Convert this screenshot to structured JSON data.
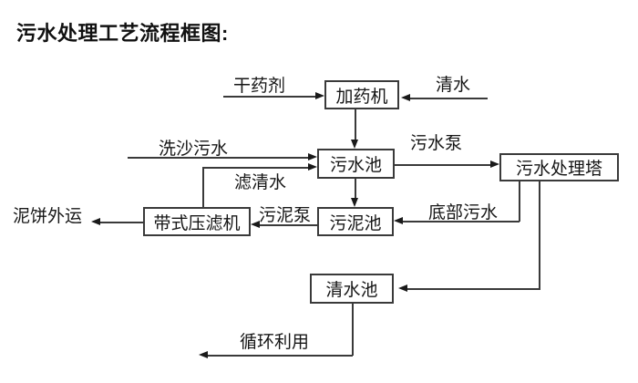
{
  "title": "污水处理工艺流程框图:",
  "nodes": {
    "dosing_machine": "加药机",
    "sewage_pool": "污水池",
    "treatment_tower": "污水处理塔",
    "belt_filter_press": "带式压滤机",
    "sludge_pool": "污泥池",
    "clean_water_pool": "清水池"
  },
  "edges": [
    {
      "from": "外部",
      "to": "加药机",
      "label": "干药剂"
    },
    {
      "from": "外部",
      "to": "加药机",
      "label": "清水"
    },
    {
      "from": "加药机",
      "to": "污水池",
      "label": ""
    },
    {
      "from": "外部",
      "to": "污水池",
      "label": "洗沙污水"
    },
    {
      "from": "带式压滤机",
      "to": "污水池",
      "label": "滤清水"
    },
    {
      "from": "污水池",
      "to": "污水处理塔",
      "label": "污水泵"
    },
    {
      "from": "污水池",
      "to": "污泥池",
      "label": ""
    },
    {
      "from": "污水处理塔",
      "to": "污泥池",
      "label": "底部污水"
    },
    {
      "from": "污泥池",
      "to": "带式压滤机",
      "label": "污泥泵"
    },
    {
      "from": "带式压滤机",
      "to": "外部",
      "label": "泥饼外运"
    },
    {
      "from": "污水处理塔",
      "to": "清水池",
      "label": ""
    },
    {
      "from": "清水池",
      "to": "外部",
      "label": "循环利用"
    }
  ],
  "colors": {
    "background": "#ffffff",
    "line": "#3a3a3a",
    "arrow": "#1a1a1a",
    "text": "#161616"
  }
}
